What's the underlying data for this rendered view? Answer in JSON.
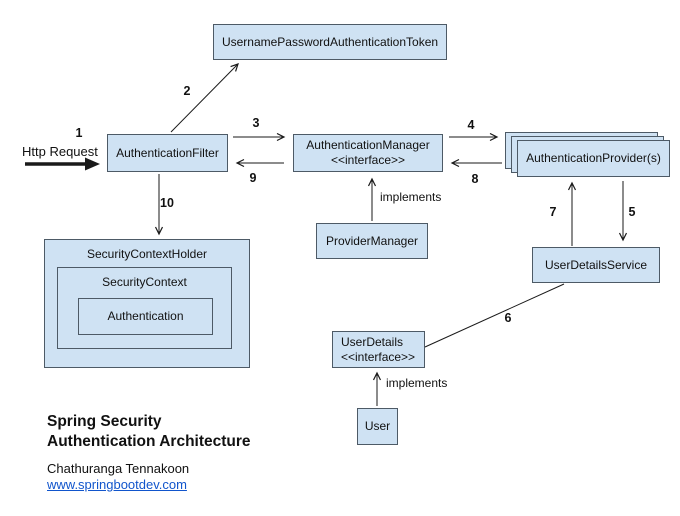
{
  "nodes": {
    "token": "UsernamePasswordAuthenticationToken",
    "filter": "AuthenticationFilter",
    "manager": "AuthenticationManager",
    "manager_stereotype": "<<interface>>",
    "providers": "AuthenticationProvider(s)",
    "provider_manager": "ProviderManager",
    "security_context_holder": "SecurityContextHolder",
    "security_context": "SecurityContext",
    "authentication": "Authentication",
    "user_details_service": "UserDetailsService",
    "user_details": "UserDetails",
    "user_details_stereotype": "<<interface>>",
    "user": "User"
  },
  "labels": {
    "http_request": "Http Request",
    "implements_provider_manager": "implements",
    "implements_user": "implements",
    "step1": "1",
    "step2": "2",
    "step3": "3",
    "step4": "4",
    "step5": "5",
    "step6": "6",
    "step7": "7",
    "step8": "8",
    "step9": "9",
    "step10": "10"
  },
  "footer": {
    "title_line1": "Spring Security",
    "title_line2": "Authentication Architecture",
    "author": "Chathuranga Tennakoon",
    "link": "www.springbootdev.com"
  },
  "colors": {
    "box_fill": "#cfe2f3",
    "box_border": "#4d5a66",
    "connector": "#1a1a1a",
    "link_blue": "#1155cc"
  }
}
